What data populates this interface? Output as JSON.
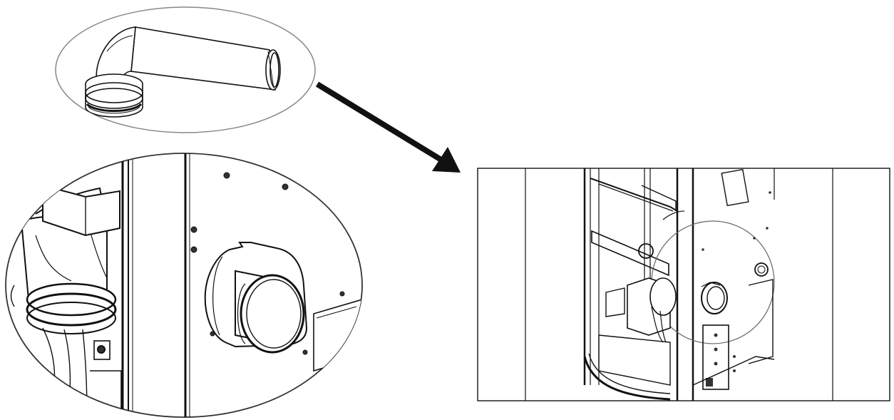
{
  "figure": {
    "panels": [
      {
        "id": "pipe-part",
        "description_icon": "elbow-pipe-icon"
      },
      {
        "id": "detail-view",
        "description_icon": "magnifier-detail-icon"
      },
      {
        "id": "stove-overview",
        "description_icon": "stove-cabinet-icon"
      }
    ],
    "arrow_icon": "arrow-down-right-icon",
    "colors": {
      "line": "#111111",
      "fill": "#ffffff",
      "shade": "#eeeeee"
    }
  }
}
